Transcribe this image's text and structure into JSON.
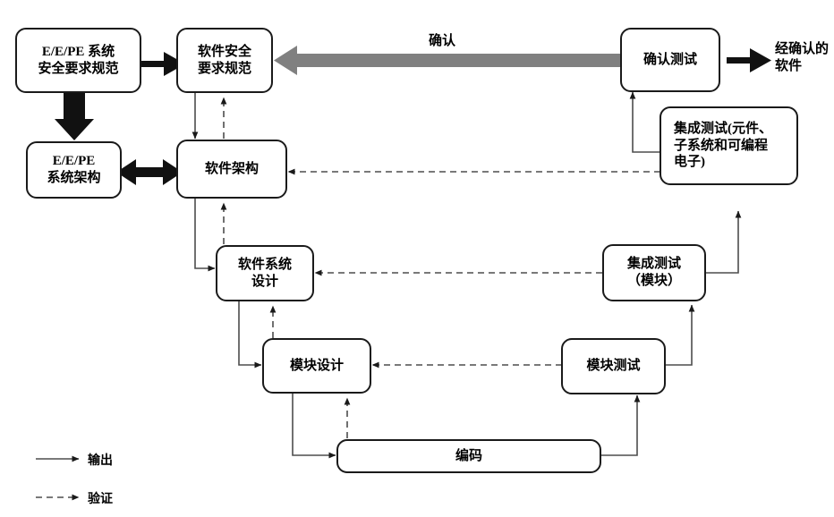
{
  "diagram": {
    "title_visible": false,
    "colors": {
      "box_border": "#1a1a1a",
      "text": "#000000",
      "thick_arrow": "#111111",
      "validation_arrow": "#808080",
      "connector": "#4d4d4d",
      "background": "#ffffff"
    },
    "nodes": [
      {
        "id": "ee_pe_safety_req",
        "label": "E/E/PE 系统\n安全要求规范"
      },
      {
        "id": "sw_safety_req",
        "label": "软件安全\n要求规范"
      },
      {
        "id": "ee_pe_arch",
        "label": "E/E/PE\n系统架构"
      },
      {
        "id": "sw_arch",
        "label": "软件架构"
      },
      {
        "id": "sw_system_design",
        "label": "软件系统\n设计"
      },
      {
        "id": "module_design",
        "label": "模块设计"
      },
      {
        "id": "coding",
        "label": "编码"
      },
      {
        "id": "module_test",
        "label": "模块测试"
      },
      {
        "id": "integration_test_module",
        "label": "集成测试\n（模块）"
      },
      {
        "id": "integration_test_components",
        "label": "集成测试(元件、\n子系统和可编程\n电子)"
      },
      {
        "id": "validation_test",
        "label": "确认测试"
      }
    ],
    "annotations": {
      "validation_arrow_label": "确认",
      "validated_software_label": "经确认的\n软件"
    },
    "legend": [
      {
        "key": "output",
        "label": "输出",
        "style": "solid"
      },
      {
        "key": "verification",
        "label": "验证",
        "style": "dashed"
      }
    ]
  }
}
